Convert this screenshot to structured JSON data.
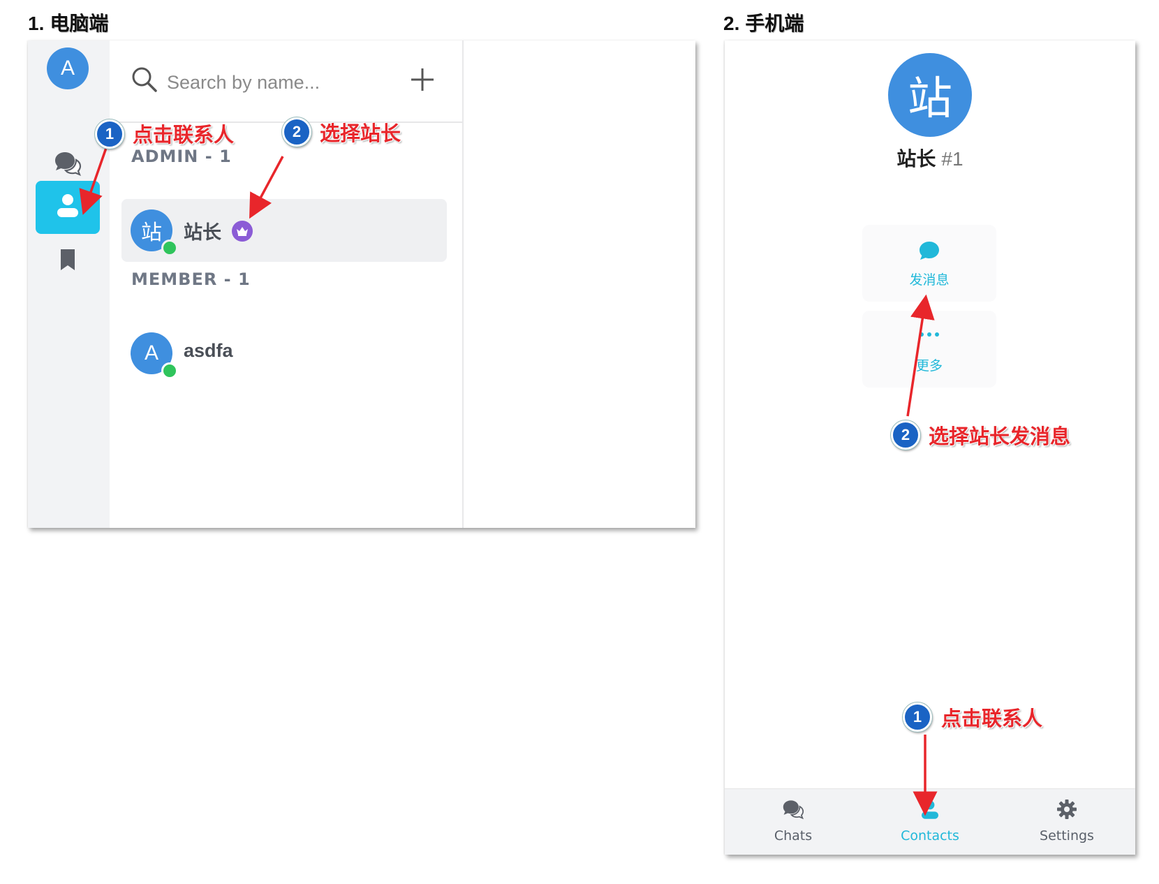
{
  "sections": {
    "desktop": {
      "number": "1.",
      "title": "电脑端"
    },
    "mobile": {
      "number": "2.",
      "title": "手机端"
    }
  },
  "desktop": {
    "user_avatar": "A",
    "search": {
      "placeholder": "Search by name..."
    },
    "groups": [
      {
        "label": "ADMIN - 1",
        "contacts": [
          {
            "avatar": "站",
            "name": "站长",
            "badge": "crown-icon",
            "status": "online"
          }
        ]
      },
      {
        "label": "MEMBER - 1",
        "contacts": [
          {
            "avatar": "A",
            "name": "asdfa",
            "status": "online"
          }
        ]
      }
    ]
  },
  "mobile": {
    "profile": {
      "avatar": "站",
      "name": "站长",
      "discriminator": "#1"
    },
    "actions": [
      {
        "icon": "chat-bubble-icon",
        "label": "发消息"
      },
      {
        "icon": "more-dots-icon",
        "label": "更多"
      }
    ],
    "tabs": [
      {
        "icon": "chats-icon",
        "label": "Chats"
      },
      {
        "icon": "contacts-icon",
        "label": "Contacts",
        "active": true
      },
      {
        "icon": "settings-icon",
        "label": "Settings"
      }
    ]
  },
  "annotations": {
    "desktop_step1": {
      "badge": "1",
      "text": "点击联系人"
    },
    "desktop_step2": {
      "badge": "2",
      "text": "选择站长"
    },
    "mobile_step1": {
      "badge": "1",
      "text": "点击联系人"
    },
    "mobile_step2": {
      "badge": "2",
      "text": "选择站长发消息"
    }
  },
  "colors": {
    "accent": "#21b8d9",
    "avatar": "#3f8fdf",
    "online": "#2fc45c",
    "annotation": "#e8262b",
    "badge": "#1a63c4"
  }
}
